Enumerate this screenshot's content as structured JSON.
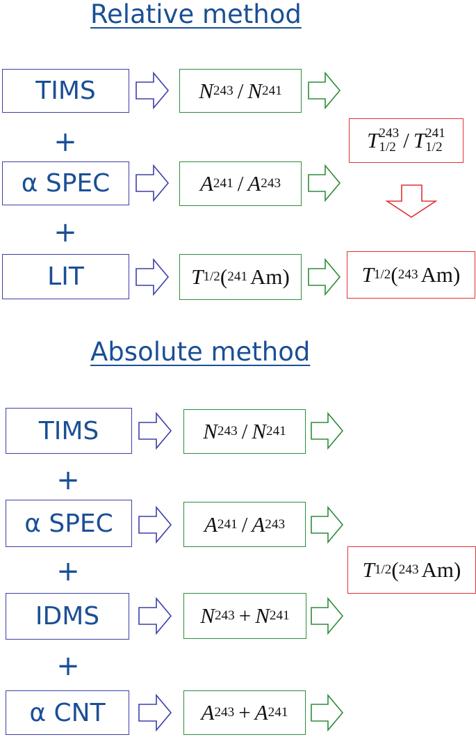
{
  "relative": {
    "heading": "Relative method",
    "sources": [
      "TIMS",
      "α SPEC",
      "LIT"
    ],
    "plus": [
      "+",
      "+"
    ],
    "q1": {
      "n1": "N",
      "s1": "243",
      "op": "/",
      "n2": "N",
      "s2": "241"
    },
    "q2": {
      "n1": "A",
      "s1": "241",
      "op": "/",
      "n2": "A",
      "s2": "243"
    },
    "q3": {
      "n": "T",
      "s": "1/2",
      "open": "(",
      "iso": "241",
      "el": "Am",
      "close": ")"
    },
    "ratio": {
      "n1": "T",
      "sup1": "243",
      "sub1": "1/2",
      "op": "/",
      "n2": "T",
      "sup2": "241",
      "sub2": "1/2"
    },
    "result": {
      "n": "T",
      "s": "1/2",
      "open": "(",
      "iso": "243",
      "el": "Am",
      "close": ")"
    }
  },
  "absolute": {
    "heading": "Absolute method",
    "sources": [
      "TIMS",
      "α SPEC",
      "IDMS",
      "α CNT"
    ],
    "plus": [
      "+",
      "+",
      "+"
    ],
    "q1": {
      "n1": "N",
      "s1": "243",
      "op": "/",
      "n2": "N",
      "s2": "241"
    },
    "q2": {
      "n1": "A",
      "s1": "241",
      "op": "/",
      "n2": "A",
      "s2": "243"
    },
    "q3": {
      "n1": "N",
      "s1": "243",
      "op": "+",
      "n2": "N",
      "s2": "241"
    },
    "q4": {
      "n1": "A",
      "s1": "243",
      "op": "+",
      "n2": "A",
      "s2": "241"
    },
    "result": {
      "n": "T",
      "s": "1/2",
      "open": "(",
      "iso": "243",
      "el": "Am",
      "close": ")"
    }
  },
  "colors": {
    "source_border": "#3b3fa8",
    "quantity_border": "#2e8b3a",
    "result_border": "#e03030",
    "text_blue": "#1a4f95"
  }
}
